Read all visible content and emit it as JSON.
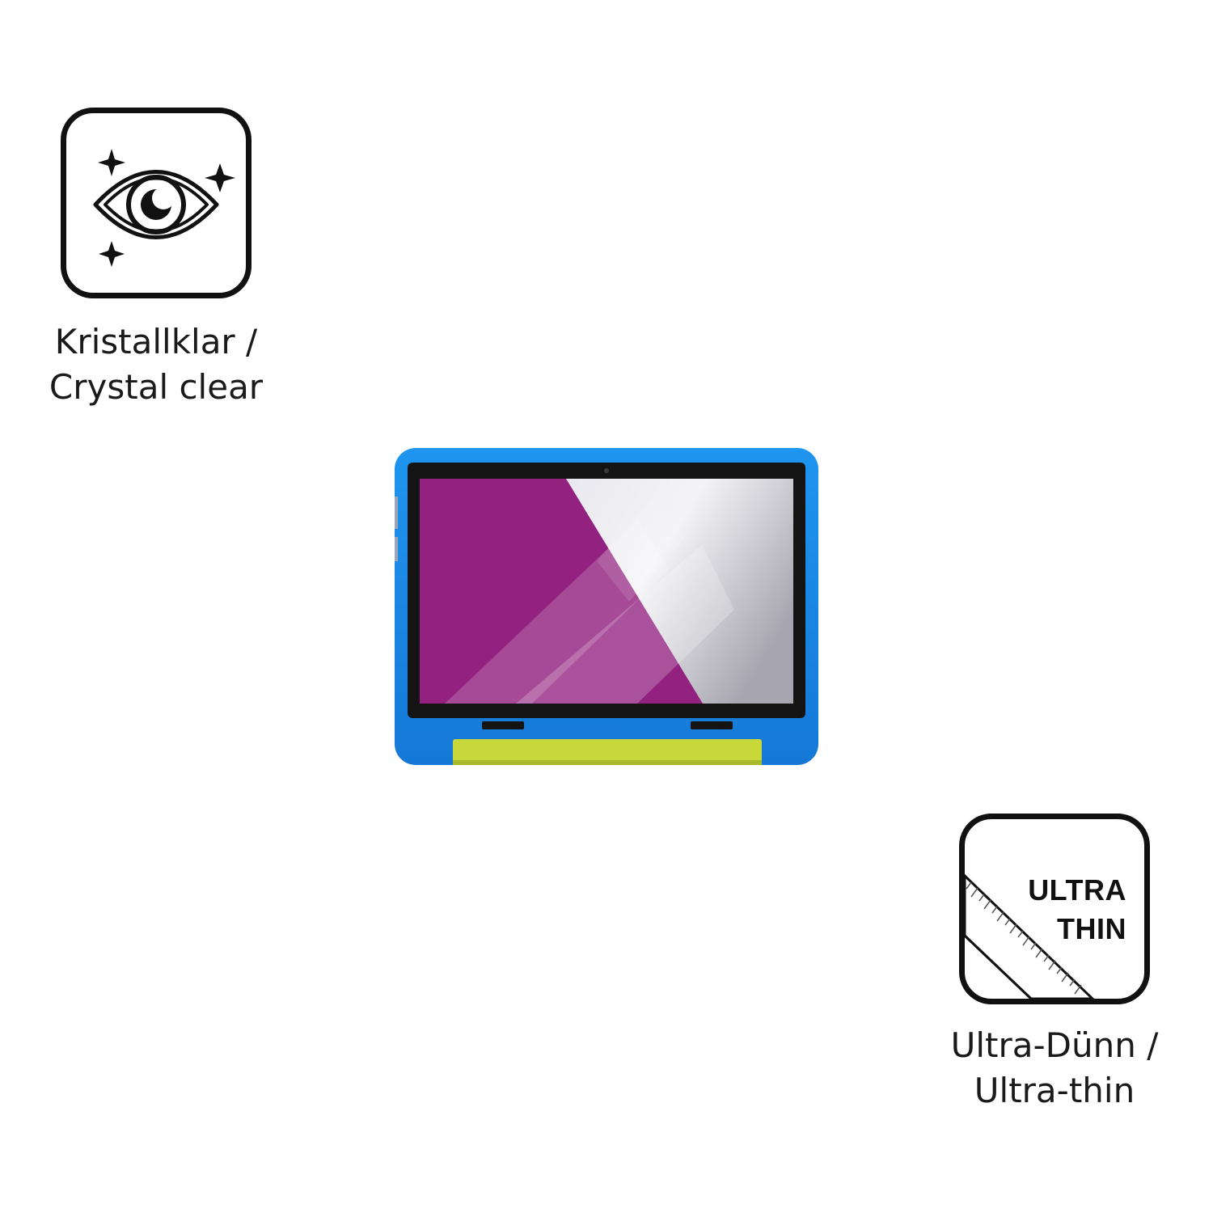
{
  "features": [
    {
      "icon": "sparkling-eye-icon",
      "caption_line1": "Kristallklar /",
      "caption_line2": "Crystal clear"
    },
    {
      "icon": "ruler-film-icon",
      "badge_line1": "ULTRA",
      "badge_line2": "THIN",
      "caption_line1": "Ultra-Dünn /",
      "caption_line2": "Ultra-thin"
    }
  ],
  "product": {
    "image": "tablet-in-kids-case",
    "case_color": "#1a8ae6",
    "handle_color": "#c8d83a",
    "screen_accent": "#93217f"
  }
}
